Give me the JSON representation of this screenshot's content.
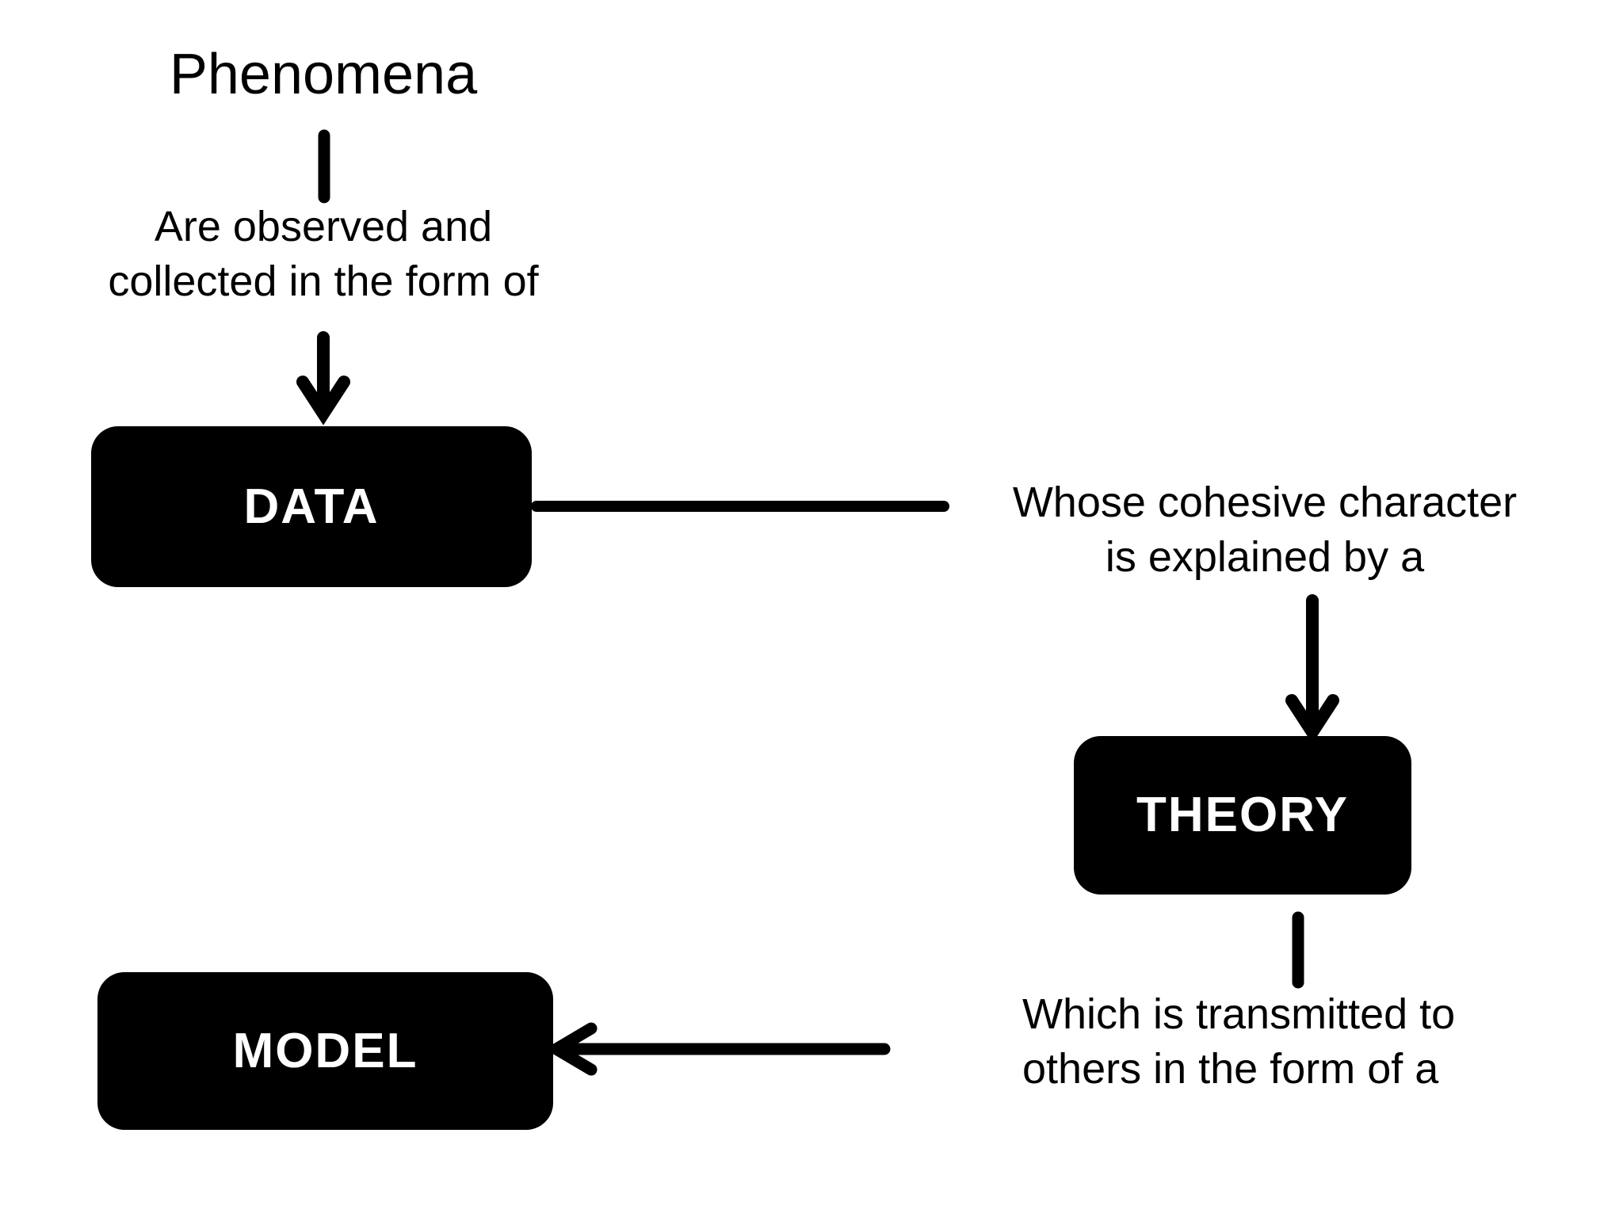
{
  "diagram": {
    "title_text": "Phenomena",
    "background_color": "#ffffff",
    "node_fill_color": "#000000",
    "node_text_color": "#ffffff",
    "connector_color": "#000000",
    "nodes": [
      {
        "id": "data",
        "label": "DATA"
      },
      {
        "id": "theory",
        "label": "THEORY"
      },
      {
        "id": "model",
        "label": "MODEL"
      }
    ],
    "edge_labels": [
      {
        "id": "phenomena-to-data",
        "text": "Are observed and\ncollected in the form of"
      },
      {
        "id": "data-to-theory",
        "text": "Whose cohesive character\nis explained by a"
      },
      {
        "id": "theory-to-model",
        "text": "Which is transmitted to\nothers in the form of a"
      }
    ],
    "connectors": [
      {
        "id": "phenomena-stub",
        "kind": "line",
        "direction": "vertical"
      },
      {
        "id": "phenomena-arrow",
        "kind": "arrow",
        "direction": "down"
      },
      {
        "id": "data-line",
        "kind": "line",
        "direction": "horizontal"
      },
      {
        "id": "theory-arrow",
        "kind": "arrow",
        "direction": "down"
      },
      {
        "id": "theory-stub",
        "kind": "line",
        "direction": "vertical"
      },
      {
        "id": "model-arrow",
        "kind": "arrow",
        "direction": "left"
      }
    ]
  }
}
